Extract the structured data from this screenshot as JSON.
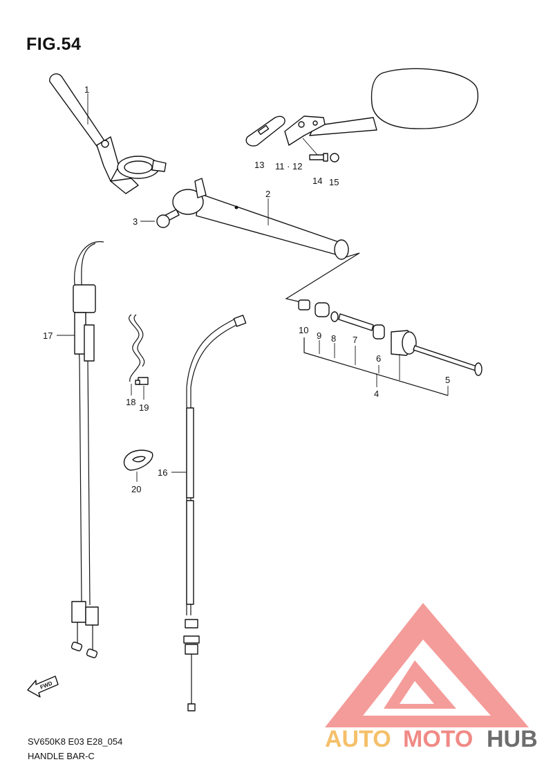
{
  "figure": {
    "title": "FIG.54",
    "model_code": "SV650K8 E03 E28_054",
    "name": "HANDLE BAR-C"
  },
  "direction_marker": {
    "label": "FWD"
  },
  "watermark": {
    "word_part1": "AUTO",
    "word_part2": "MOTO",
    "word_part3": "HUB",
    "colors": {
      "part1": "#f5c06a",
      "part2": "#f08a86",
      "part3": "#6d6d6d",
      "logo": "#f28b88"
    }
  },
  "callouts": [
    {
      "id": "1",
      "label": "1"
    },
    {
      "id": "2",
      "label": "2"
    },
    {
      "id": "3",
      "label": "3"
    },
    {
      "id": "4",
      "label": "4"
    },
    {
      "id": "5",
      "label": "5"
    },
    {
      "id": "6",
      "label": "6"
    },
    {
      "id": "7",
      "label": "7"
    },
    {
      "id": "8",
      "label": "8"
    },
    {
      "id": "9",
      "label": "9"
    },
    {
      "id": "10",
      "label": "10"
    },
    {
      "id": "11-12",
      "label": "11 · 12"
    },
    {
      "id": "13",
      "label": "13"
    },
    {
      "id": "14",
      "label": "14"
    },
    {
      "id": "15",
      "label": "15"
    },
    {
      "id": "16",
      "label": "16"
    },
    {
      "id": "17",
      "label": "17"
    },
    {
      "id": "18",
      "label": "18"
    },
    {
      "id": "19",
      "label": "19"
    },
    {
      "id": "20",
      "label": "20"
    }
  ]
}
